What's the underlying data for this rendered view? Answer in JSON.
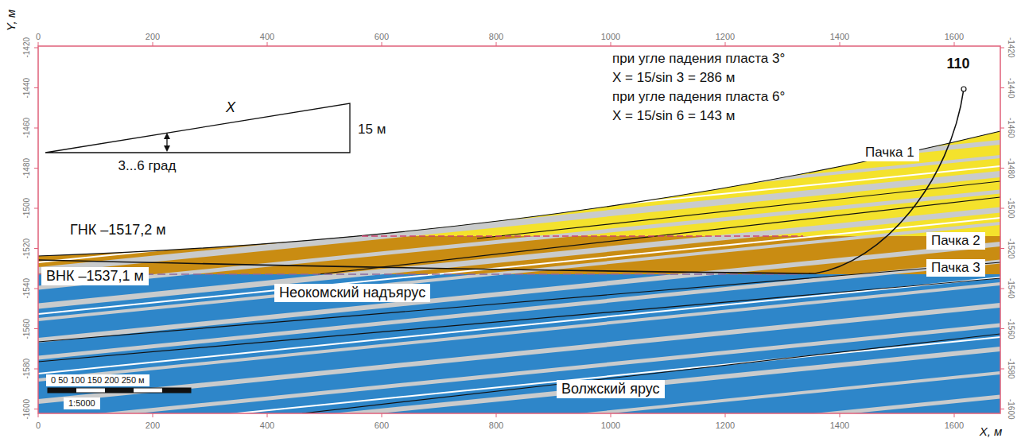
{
  "diagram": {
    "labels": [
      "0",
      "200",
      "400",
      "600",
      "800",
      "1000",
      "1200",
      "1400",
      "1600",
      "0",
      "200",
      "400",
      "600",
      "800",
      "1000",
      "1200",
      "1400",
      "1600",
      "-1420",
      "-1440",
      "-1460",
      "-1480",
      "-1500",
      "-1520",
      "-1540",
      "-1560",
      "-1580",
      "-1600",
      "-1420",
      "-1440",
      "-1460",
      "-1480",
      "-1500",
      "-1520",
      "-1540",
      "-1560",
      "-1580",
      "-1600",
      "Y, м",
      "X, м",
      "при угле падения пласта 3°",
      "X = 15/sin 3 = 286 м",
      "при угле падения пласта 6°",
      "X = 15/sin 6 = 143 м",
      "110",
      "X",
      "15 м",
      "3...6 град",
      "Пачка 1",
      "ГНК –1517,2 м",
      "Пачка 2",
      "ВНК –1537,1 м",
      "Неокомский надъярус",
      "Пачка 3",
      "0 50 100 150 200 250 м",
      "1:5000",
      "Волжский ярус"
    ]
  }
}
